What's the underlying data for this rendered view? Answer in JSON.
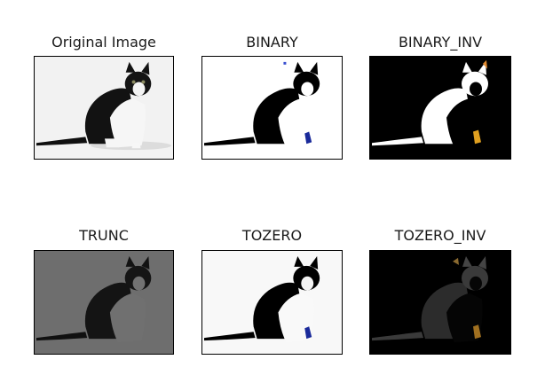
{
  "panels": [
    {
      "title": "Original Image"
    },
    {
      "title": "BINARY"
    },
    {
      "title": "BINARY_INV"
    },
    {
      "title": "TRUNC"
    },
    {
      "title": "TOZERO"
    },
    {
      "title": "TOZERO_INV"
    }
  ],
  "colors": {
    "original_bg": "#f2f2f2",
    "binary_bg": "#ffffff",
    "binary_inv_bg": "#000000",
    "trunc_bg": "#6e6e6e",
    "tozero_bg": "#f8f8f8",
    "tozero_inv_bg": "#000000",
    "fur_dark": "#0c0c0c",
    "fur_light": "#ffffff"
  },
  "icons": [
    "kitten-photo"
  ]
}
